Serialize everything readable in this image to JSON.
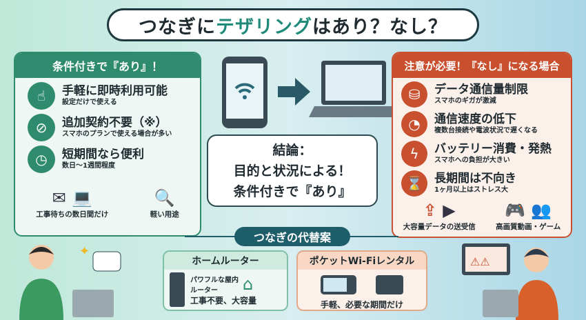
{
  "title": {
    "part1": "つなぎに",
    "part2": "テザリング",
    "part3": "はあり？なし？"
  },
  "left": {
    "header": "条件付きで『あり』！",
    "items": [
      {
        "title": "手軽に即時利用可能",
        "sub": "設定だけで使える",
        "icon": "hand-tap-icon"
      },
      {
        "title": "追加契約不要（※）",
        "sub": "スマホのプランで使える場合が多い",
        "icon": "prohibited-icon"
      },
      {
        "title": "短期間なら便利",
        "sub": "数日〜1週間程度",
        "icon": "clock-icon"
      }
    ],
    "uses": [
      {
        "label": "工事待ちの数日間だけ"
      },
      {
        "label": "軽い用途"
      }
    ]
  },
  "conclusion": {
    "line1": "結論：",
    "line2": "目的と状況による！",
    "line3": "条件付きで『あり』"
  },
  "right": {
    "header": "注意が必要！『なし』になる場合",
    "items": [
      {
        "title": "データ通信量制限",
        "sub": "スマホのギガが激減",
        "icon": "database-warning-icon"
      },
      {
        "title": "通信速度の低下",
        "sub": "複数台接続や電波状況で遅くなる",
        "icon": "speedometer-icon"
      },
      {
        "title": "バッテリー消費・発熱",
        "sub": "スマホへの負担が大きい",
        "icon": "battery-icon"
      },
      {
        "title": "長期間は不向き",
        "sub": "1ヶ月以上はストレス大",
        "icon": "hourglass-icon"
      }
    ],
    "uses": [
      {
        "label": "大容量データの送受信"
      },
      {
        "label": "高画質動画・ゲーム"
      }
    ]
  },
  "alternatives": {
    "title": "つなぎの代替案",
    "home": {
      "title": "ホームルーター",
      "desc": "パワフルな屋内ルーター",
      "sub": "工事不要、大容量"
    },
    "pocket": {
      "title": "ポケットWi-Fiレンタル",
      "sub": "手軽、必要な期間だけ"
    }
  },
  "colors": {
    "green": "#2e8b6e",
    "red": "#c9502f",
    "teal": "#1e5e6a"
  }
}
